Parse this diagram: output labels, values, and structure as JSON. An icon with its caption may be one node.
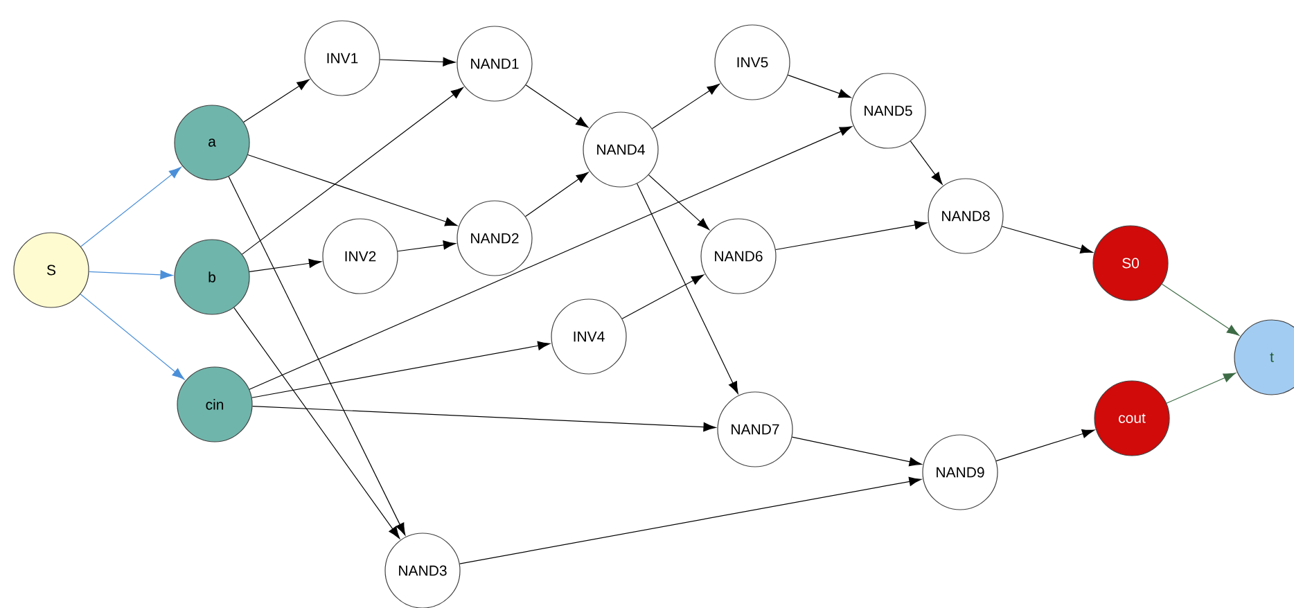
{
  "diagram": {
    "nodes": [
      {
        "text": [
          "S"
        ]
      },
      {
        "text": [
          "a"
        ]
      },
      {
        "text": [
          "b"
        ]
      },
      {
        "text": [
          "cin"
        ]
      },
      {
        "text": [
          "INV1"
        ]
      },
      {
        "text": [
          "NAND1"
        ]
      },
      {
        "text": [
          "INV2"
        ]
      },
      {
        "text": [
          "NAND2"
        ]
      },
      {
        "text": [
          "NAND4"
        ]
      },
      {
        "text": [
          "INV5"
        ]
      },
      {
        "text": [
          "NAND5"
        ]
      },
      {
        "text": [
          "NAND6"
        ]
      },
      {
        "text": [
          "INV4"
        ]
      },
      {
        "text": [
          "NAND8"
        ]
      },
      {
        "text": [
          "NAND7"
        ]
      },
      {
        "text": [
          "NAND9"
        ]
      },
      {
        "text": [
          "NAND3"
        ]
      },
      {
        "text": [
          "S0"
        ]
      },
      {
        "text": [
          "cout"
        ]
      },
      {
        "text": [
          "t"
        ]
      }
    ],
    "edges": [
      {
        "from": 0,
        "to": 1,
        "arrow": "to",
        "color": "#4a8fd8"
      },
      {
        "from": 0,
        "to": 2,
        "arrow": "to",
        "color": "#4a8fd8"
      },
      {
        "from": 0,
        "to": 3,
        "arrow": "to",
        "color": "#4a8fd8"
      },
      {
        "from": 1,
        "to": 4,
        "arrow": "to"
      },
      {
        "from": 1,
        "to": 7,
        "arrow": "to"
      },
      {
        "from": 1,
        "to": 16,
        "arrow": "to"
      },
      {
        "from": 2,
        "to": 5,
        "arrow": "to"
      },
      {
        "from": 2,
        "to": 6,
        "arrow": "to"
      },
      {
        "from": 2,
        "to": 16,
        "arrow": "to"
      },
      {
        "from": 3,
        "to": 10,
        "arrow": "to"
      },
      {
        "from": 3,
        "to": 12,
        "arrow": "to"
      },
      {
        "from": 3,
        "to": 14,
        "arrow": "to"
      },
      {
        "from": 4,
        "to": 5,
        "arrow": "to"
      },
      {
        "from": 6,
        "to": 7,
        "arrow": "to"
      },
      {
        "from": 5,
        "to": 8,
        "arrow": "to"
      },
      {
        "from": 7,
        "to": 8,
        "arrow": "to"
      },
      {
        "from": 8,
        "to": 9,
        "arrow": "to"
      },
      {
        "from": 8,
        "to": 11,
        "arrow": "to"
      },
      {
        "from": 8,
        "to": 14,
        "arrow": "to"
      },
      {
        "from": 9,
        "to": 10,
        "arrow": "to"
      },
      {
        "from": 12,
        "to": 11,
        "arrow": "to"
      },
      {
        "from": 10,
        "to": 13,
        "arrow": "to"
      },
      {
        "from": 11,
        "to": 13,
        "arrow": "to"
      },
      {
        "from": 14,
        "to": 15,
        "arrow": "to"
      },
      {
        "from": 16,
        "to": 15,
        "arrow": "to"
      },
      {
        "from": 13,
        "to": 17,
        "arrow": "to"
      },
      {
        "from": 15,
        "to": 18,
        "arrow": "to"
      },
      {
        "from": 17,
        "to": 19,
        "arrow": "to",
        "color": "#3d6b45"
      },
      {
        "from": 18,
        "to": 19,
        "arrow": "to",
        "color": "#3d6b45"
      }
    ]
  }
}
